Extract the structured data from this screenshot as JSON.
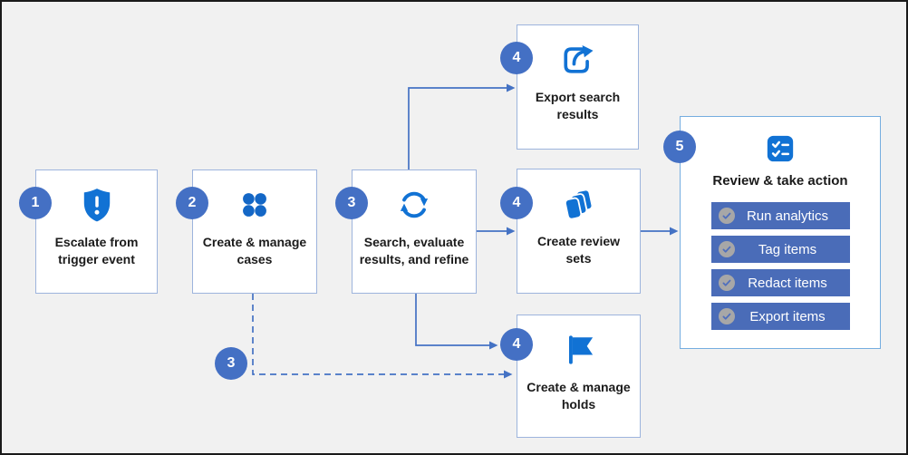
{
  "colors": {
    "background": "#f1f1f1",
    "frame_border": "#1a1a1a",
    "box_fill": "#ffffff",
    "box_border": "#9db4dd",
    "panel_border": "#75ade0",
    "icon_blue": "#1172d4",
    "dots_blue": "#1467c6",
    "badge_blue": "#4470c4",
    "connector_blue": "#4472c4",
    "button_blue": "#4a6cb8",
    "button_text": "#ffffff",
    "label_text": "#1b1b1b",
    "check_circle_gray": "#a7a7a7"
  },
  "steps": {
    "escalate": {
      "number": "1",
      "label": "Escalate from\ntrigger event",
      "icon": "shield-alert-icon"
    },
    "cases": {
      "number": "2",
      "label": "Create & manage\ncases",
      "icon": "grid-dots-icon"
    },
    "search": {
      "number": "3",
      "label": "Search, evaluate\nresults, and refine",
      "icon": "sync-arrows-icon"
    },
    "export": {
      "number": "4",
      "label": "Export search\nresults",
      "icon": "share-export-icon"
    },
    "review_sets": {
      "number": "4",
      "label": "Create review\nsets",
      "icon": "card-stack-icon"
    },
    "holds": {
      "number": "4",
      "label": "Create & manage\nholds",
      "icon": "flag-icon"
    },
    "review_action": {
      "number": "5",
      "label": "Review & take action",
      "icon": "checklist-icon",
      "actions": [
        {
          "label": "Run analytics",
          "icon": "check-circle-icon"
        },
        {
          "label": "Tag items",
          "icon": "check-circle-icon"
        },
        {
          "label": "Redact items",
          "icon": "check-circle-icon"
        },
        {
          "label": "Export items",
          "icon": "check-circle-icon"
        }
      ]
    }
  },
  "connector_badge": {
    "number": "3"
  }
}
